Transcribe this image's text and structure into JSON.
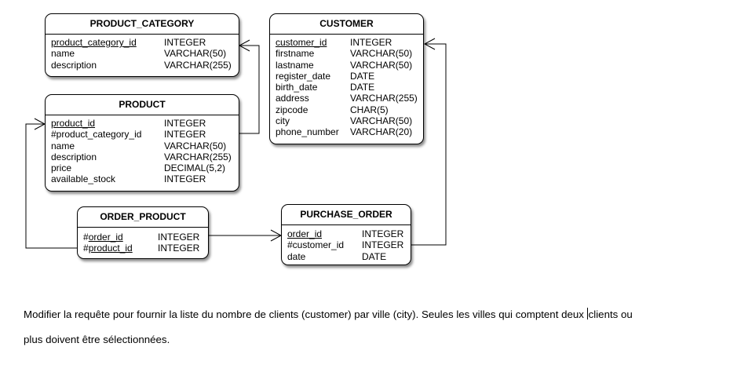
{
  "diagram": {
    "entities": {
      "product_category": {
        "title": "PRODUCT_CATEGORY",
        "rows": [
          {
            "name": "product_category_id",
            "type": "INTEGER"
          },
          {
            "name": "name",
            "type": "VARCHAR(50)"
          },
          {
            "name": "description",
            "type": "VARCHAR(255)"
          }
        ]
      },
      "customer": {
        "title": "CUSTOMER",
        "rows": [
          {
            "name": "customer_id",
            "type": "INTEGER"
          },
          {
            "name": "firstname",
            "type": "VARCHAR(50)"
          },
          {
            "name": "lastname",
            "type": "VARCHAR(50)"
          },
          {
            "name": "register_date",
            "type": "DATE"
          },
          {
            "name": "birth_date",
            "type": "DATE"
          },
          {
            "name": "address",
            "type": "VARCHAR(255)"
          },
          {
            "name": "zipcode",
            "type": "CHAR(5)"
          },
          {
            "name": "city",
            "type": "VARCHAR(50)"
          },
          {
            "name": "phone_number",
            "type": "VARCHAR(20)"
          }
        ]
      },
      "product": {
        "title": "PRODUCT",
        "rows": [
          {
            "name": "product_id",
            "type": "INTEGER"
          },
          {
            "name": "#product_category_id",
            "type": "INTEGER"
          },
          {
            "name": "name",
            "type": "VARCHAR(50)"
          },
          {
            "name": "description",
            "type": "VARCHAR(255)"
          },
          {
            "name": "price",
            "type": "DECIMAL(5,2)"
          },
          {
            "name": "available_stock",
            "type": "INTEGER"
          }
        ]
      },
      "order_product": {
        "title": "ORDER_PRODUCT",
        "rows": [
          {
            "prefix": "#",
            "name": "order_id",
            "type": "INTEGER"
          },
          {
            "prefix": "#",
            "name": "product_id",
            "type": "INTEGER"
          }
        ]
      },
      "purchase_order": {
        "title": "PURCHASE_ORDER",
        "rows": [
          {
            "name": "order_id",
            "type": "INTEGER"
          },
          {
            "name": "#customer_id",
            "type": "INTEGER"
          },
          {
            "name": "date",
            "type": "DATE"
          }
        ]
      }
    }
  },
  "question": {
    "line1_before_cursor": "Modifier la requête pour fournir la liste du nombre de clients (customer) par ville (city). Seules les villes qui comptent deux ",
    "line1_after_cursor": "clients ou",
    "line2": "plus doivent être sélectionnées."
  }
}
